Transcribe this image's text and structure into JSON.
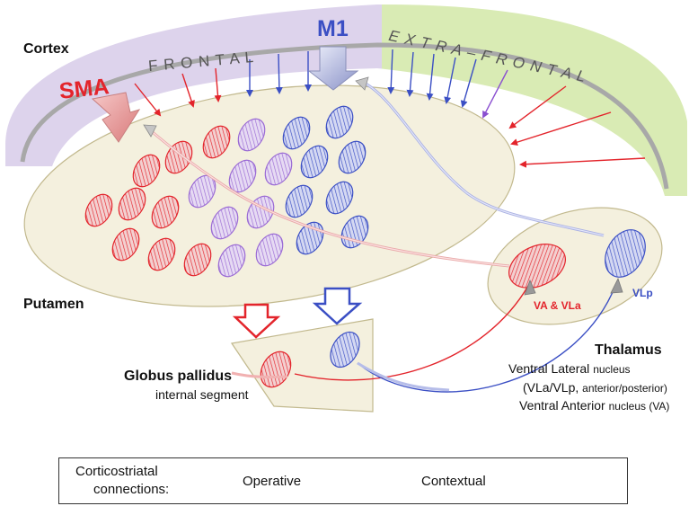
{
  "labels": {
    "cortex": "Cortex",
    "frontal": "F R O N T A L",
    "extra_frontal": "E X T R A – F R O N T A L",
    "sma": "SMA",
    "m1": "M1",
    "putamen": "Putamen",
    "gp_title": "Globus pallidus",
    "gp_sub": "internal segment",
    "thal_title": "Thalamus",
    "thal_line1_main": "Ventral Lateral",
    "thal_line1_small": "nucleus",
    "thal_line2_open": "(VLa/VLp,",
    "thal_line2_small": "anterior/posterior)",
    "thal_line3_main": "Ventral Anterior",
    "thal_line3_small": "nucleus (VA)",
    "va_vla": "VA & VLa",
    "vlp": "VLp"
  },
  "legend": {
    "title_line1": "Corticostriatal",
    "title_line2": "connections:",
    "operative": "Operative",
    "contextual": "Contextual"
  },
  "colors": {
    "red": "#e3242b",
    "blue": "#3b4fc4",
    "purple": "#8a4fd0",
    "frontal_band": "#ddd3ec",
    "extra_band": "#d9ebb4",
    "nucleus_fill": "#f4f0de",
    "nucleus_stroke": "#c2b98e"
  }
}
